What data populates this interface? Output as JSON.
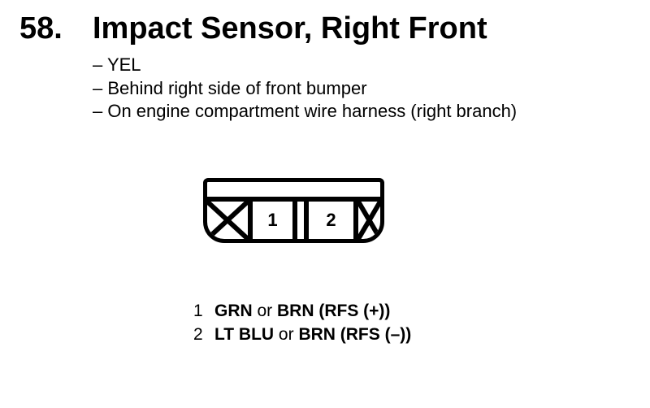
{
  "header": {
    "item_number": "58.",
    "title": "Impact Sensor, Right Front"
  },
  "details": {
    "items": [
      "– YEL",
      "– Behind right side of front bumper",
      "– On engine compartment wire harness (right branch)"
    ]
  },
  "connector": {
    "pins": [
      {
        "label": "1"
      },
      {
        "label": "2"
      }
    ]
  },
  "legend": {
    "entries": [
      {
        "pin": "1",
        "parts": [
          {
            "text": "GRN",
            "bold": true
          },
          {
            "text": " or ",
            "bold": false
          },
          {
            "text": "BRN (RFS (+))",
            "bold": true
          }
        ]
      },
      {
        "pin": "2",
        "parts": [
          {
            "text": "LT BLU",
            "bold": true
          },
          {
            "text": " or ",
            "bold": false
          },
          {
            "text": "BRN (RFS (–))",
            "bold": true
          }
        ]
      }
    ]
  },
  "colors": {
    "ink": "#000000",
    "paper": "#ffffff"
  }
}
